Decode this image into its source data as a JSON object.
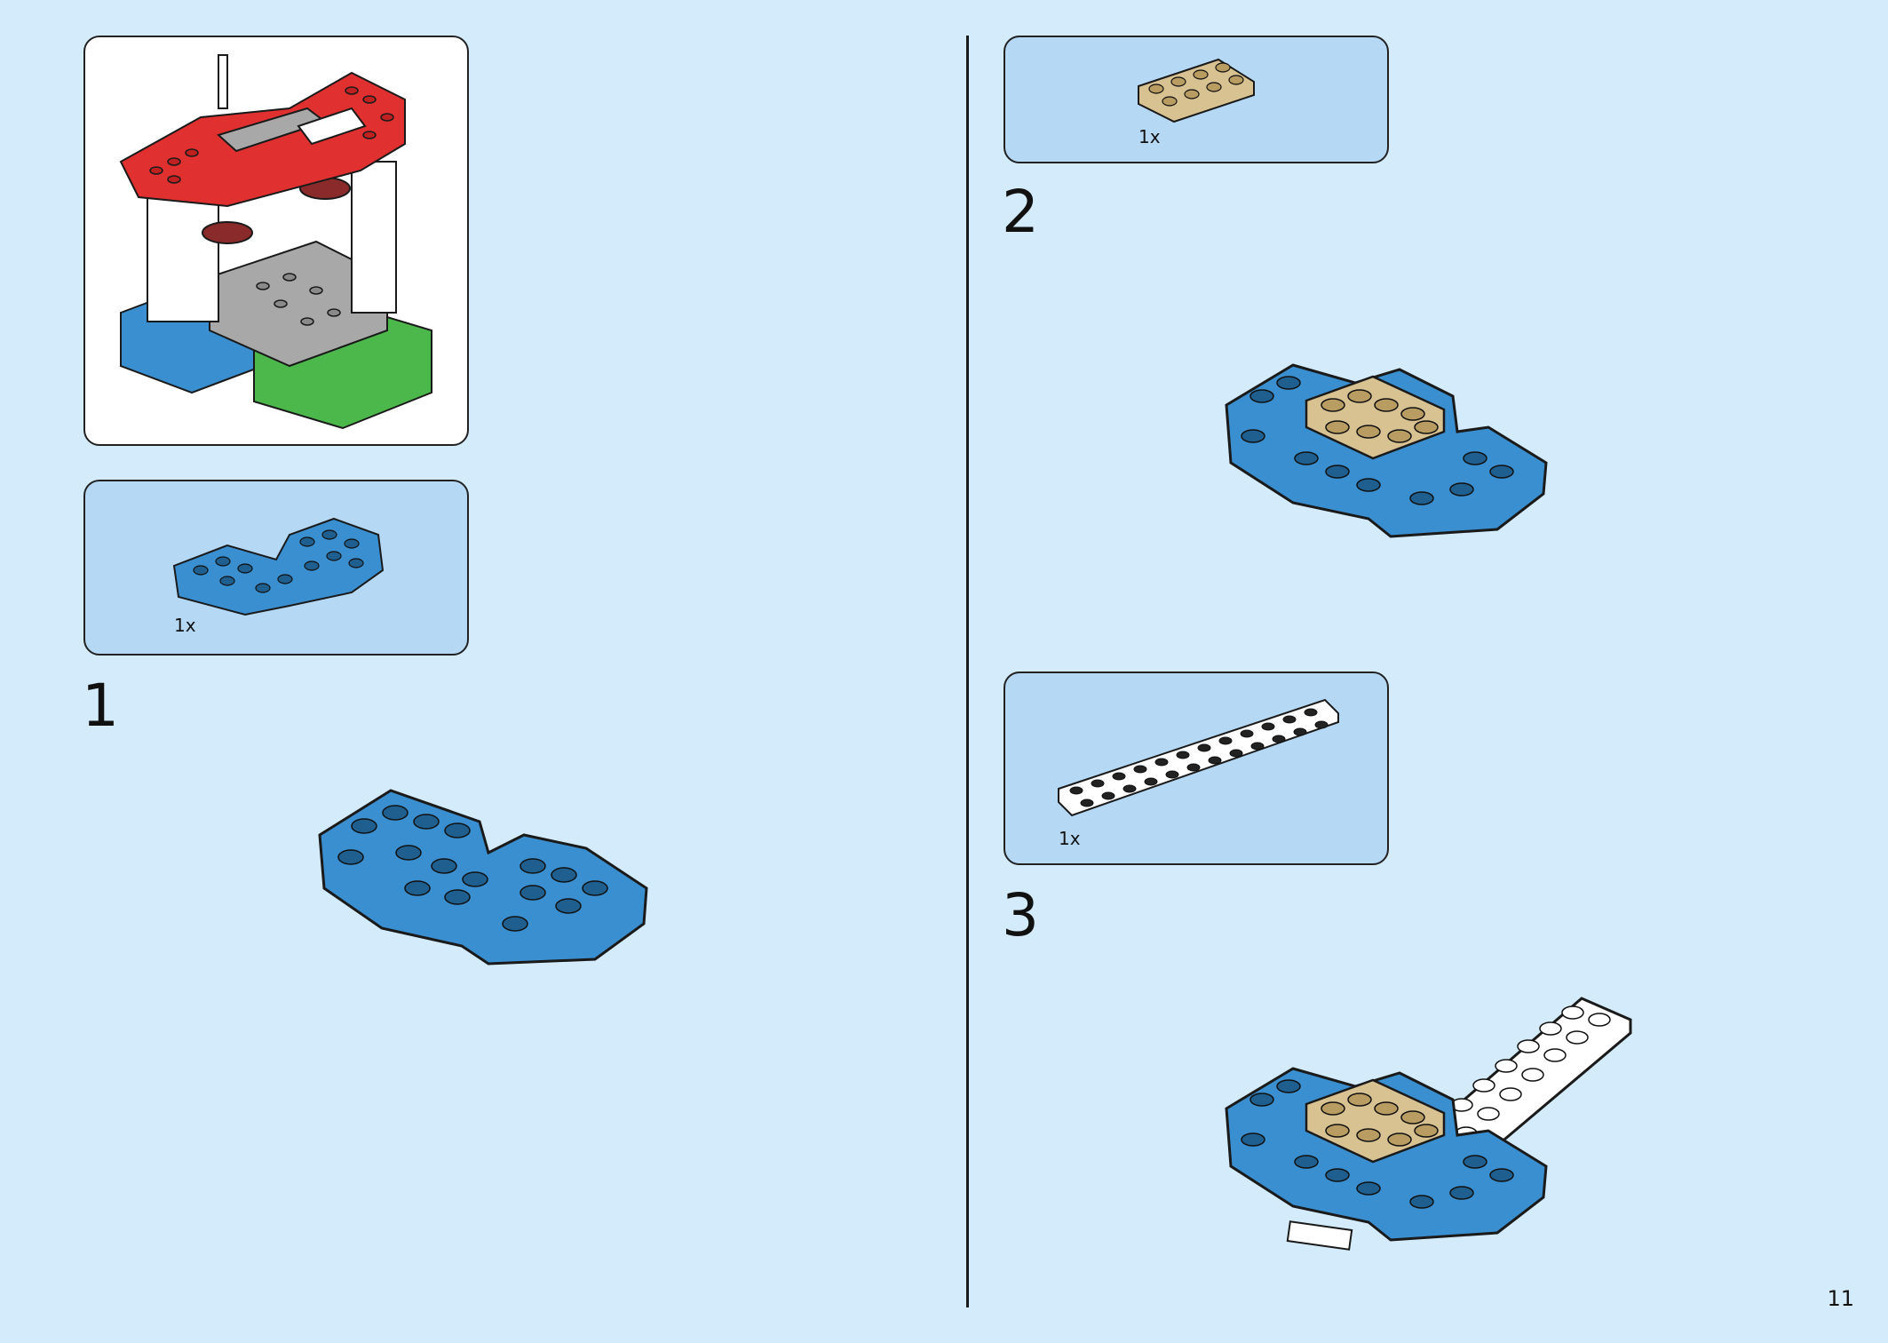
{
  "page": {
    "number": "11"
  },
  "colors": {
    "background": "#d3ebfa",
    "parts_panel": "#b5d8f5",
    "brick_blue": "#3a8fd0",
    "brick_tan": "#d9c291",
    "brick_white": "#ffffff",
    "brick_red": "#e03030",
    "brick_grey": "#a8a8a8",
    "brick_green": "#4cb84c"
  },
  "preview": {
    "icon": "finished-model-preview-icon"
  },
  "steps": [
    {
      "number": "1",
      "parts": [
        {
          "qty": "1x",
          "icon": "blue-curved-plate-icon"
        }
      ]
    },
    {
      "number": "2",
      "parts": [
        {
          "qty": "1x",
          "icon": "tan-plate-2x4-icon"
        }
      ]
    },
    {
      "number": "3",
      "parts": [
        {
          "qty": "1x",
          "icon": "white-plate-2x12-icon"
        }
      ]
    }
  ]
}
